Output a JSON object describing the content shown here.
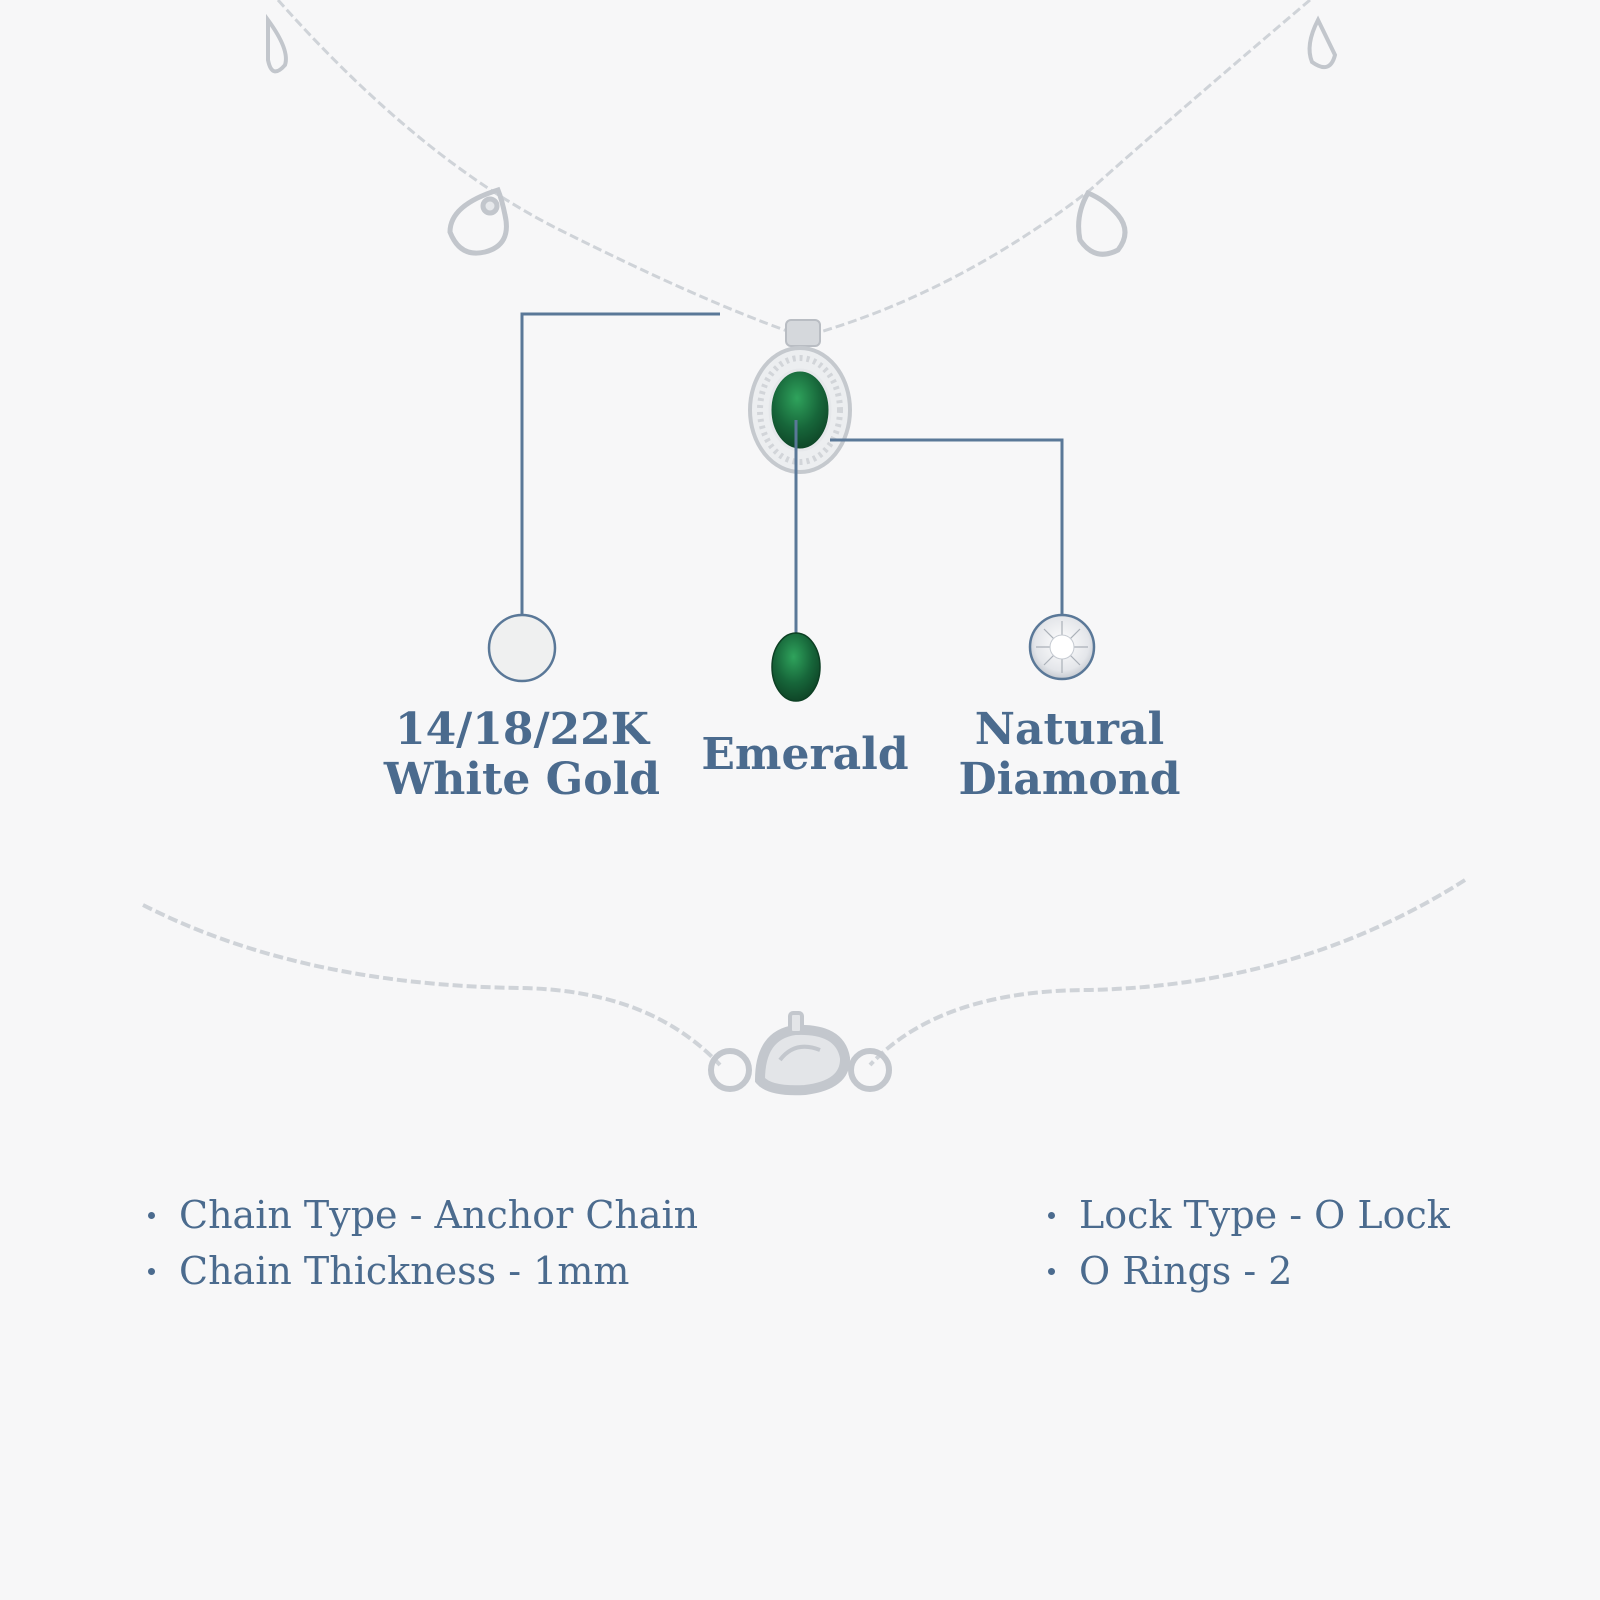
{
  "materials": [
    {
      "lines": [
        "14/18/22K",
        "White Gold"
      ],
      "icon": "white-gold-swatch-icon"
    },
    {
      "lines": [
        "Emerald"
      ],
      "icon": "emerald-gem-icon"
    },
    {
      "lines": [
        "Natural",
        "Diamond"
      ],
      "icon": "diamond-gem-icon"
    }
  ],
  "specs_left": [
    "Chain Type - Anchor Chain",
    "Chain Thickness - 1mm"
  ],
  "specs_right": [
    "Lock Type - O Lock",
    "O Rings - 2"
  ],
  "colors": {
    "background": "#f7f7f8",
    "text": "#4b6b8e",
    "callout_line": "#5a7898",
    "metal": "#cfd3d8",
    "emerald": "#17663a"
  }
}
